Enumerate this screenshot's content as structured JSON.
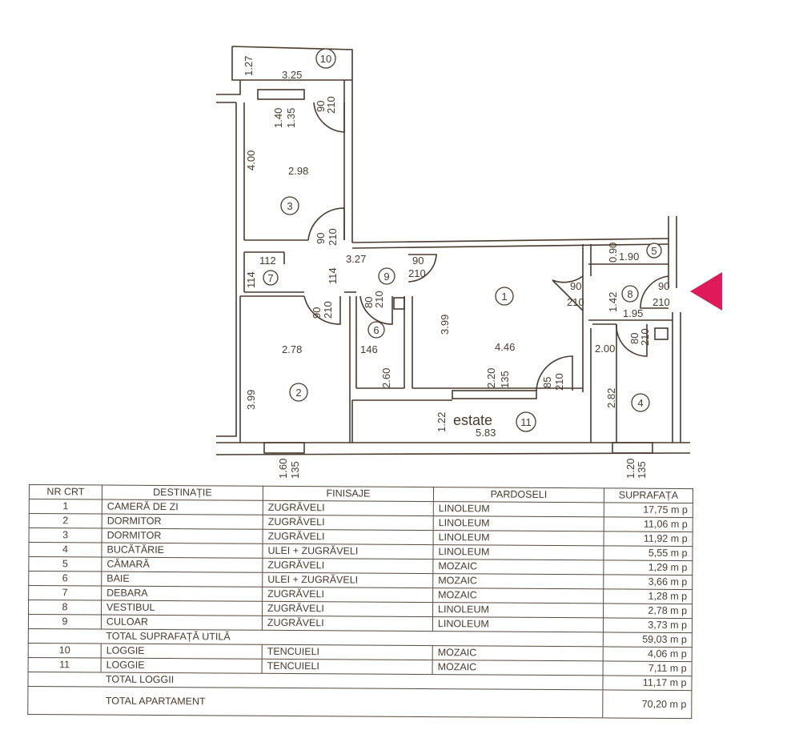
{
  "plan": {
    "rooms": [
      "1",
      "2",
      "3",
      "4",
      "5",
      "6",
      "7",
      "8",
      "9",
      "10",
      "11"
    ],
    "dimensions": {
      "loggia10_width": "3.25",
      "loggia10_depth": "1.27",
      "window3": [
        "1.40",
        "1.35"
      ],
      "door10": [
        "90",
        "210"
      ],
      "bedroom3_width": "2.98",
      "bedroom3_depth": "4.00",
      "door3": [
        "90",
        "210"
      ],
      "debara_w": "112",
      "debara_d": "114",
      "door7": [
        "90",
        "210"
      ],
      "hall_w": "3.27",
      "hall_d": "114",
      "door9": [
        "90",
        "210"
      ],
      "door6": [
        "80",
        "210"
      ],
      "bedroom2_width": "2.78",
      "bedroom2_depth": "3.99",
      "bath_w": "146",
      "bath_d": "2.60",
      "living_depth": "3.99",
      "living_width": "4.46",
      "window1": [
        "2.20",
        "135"
      ],
      "door11": [
        "85",
        "210"
      ],
      "loggia11_depth": "1.22",
      "loggia11_width": "5.83",
      "window2": [
        "1.60",
        "135"
      ],
      "storage_d": "0.90",
      "storage_w": "1.90",
      "door1": [
        "90",
        "210"
      ],
      "vest_d": "1.42",
      "vest_w": "1.95",
      "entry_door": [
        "90",
        "210"
      ],
      "door4": [
        "80",
        "210"
      ],
      "kitchen_a": "2.00",
      "kitchen_d": "2.82",
      "window4": [
        "1.20",
        "135"
      ]
    },
    "watermark": "estate"
  },
  "colors": {
    "marker": "#e0195a",
    "ink": "#4a3a2c"
  },
  "table": {
    "headers": [
      "NR CRT",
      "DESTINAȚIE",
      "FINISAJE",
      "PARDOSELI",
      "SUPRAFAȚA"
    ],
    "rows": [
      {
        "nr": "1",
        "dest": "CAMERĂ DE ZI",
        "fin": "ZUGRĂVELI",
        "pard": "LINOLEUM",
        "sup": "17,75 m p"
      },
      {
        "nr": "2",
        "dest": "DORMITOR",
        "fin": "ZUGRĂVELI",
        "pard": "LINOLEUM",
        "sup": "11,06 m p"
      },
      {
        "nr": "3",
        "dest": "DORMITOR",
        "fin": "ZUGRĂVELI",
        "pard": "LINOLEUM",
        "sup": "11,92 m p"
      },
      {
        "nr": "4",
        "dest": "BUCĂTĂRIE",
        "fin": "ULEI + ZUGRĂVELI",
        "pard": "LINOLEUM",
        "sup": "5,55 m p"
      },
      {
        "nr": "5",
        "dest": "CĂMARĂ",
        "fin": "ZUGRĂVELI",
        "pard": "MOZAIC",
        "sup": "1,29 m p"
      },
      {
        "nr": "6",
        "dest": "BAIE",
        "fin": "ULEI + ZUGRĂVELI",
        "pard": "MOZAIC",
        "sup": "3,66 m p"
      },
      {
        "nr": "7",
        "dest": "DEBARA",
        "fin": "ZUGRĂVELI",
        "pard": "MOZAIC",
        "sup": "1,28 m p"
      },
      {
        "nr": "8",
        "dest": "VESTIBUL",
        "fin": "ZUGRĂVELI",
        "pard": "LINOLEUM",
        "sup": "2,78 m p"
      },
      {
        "nr": "9",
        "dest": "CULOAR",
        "fin": "ZUGRĂVELI",
        "pard": "LINOLEUM",
        "sup": "3,73 m p"
      }
    ],
    "total_util": {
      "label": "TOTAL SUPRAFAȚĂ UTILĂ",
      "sup": "59,03 m p"
    },
    "loggias": [
      {
        "nr": "10",
        "dest": "LOGGIE",
        "fin": "TENCUIELI",
        "pard": "MOZAIC",
        "sup": "4,06 m p"
      },
      {
        "nr": "11",
        "dest": "LOGGIE",
        "fin": "TENCUIELI",
        "pard": "MOZAIC",
        "sup": "7,11 m p"
      }
    ],
    "total_loggii": {
      "label": "TOTAL LOGGII",
      "sup": "11,17 m p"
    },
    "total_apartament": {
      "label": "TOTAL APARTAMENT",
      "sup": "70,20 m p"
    }
  }
}
